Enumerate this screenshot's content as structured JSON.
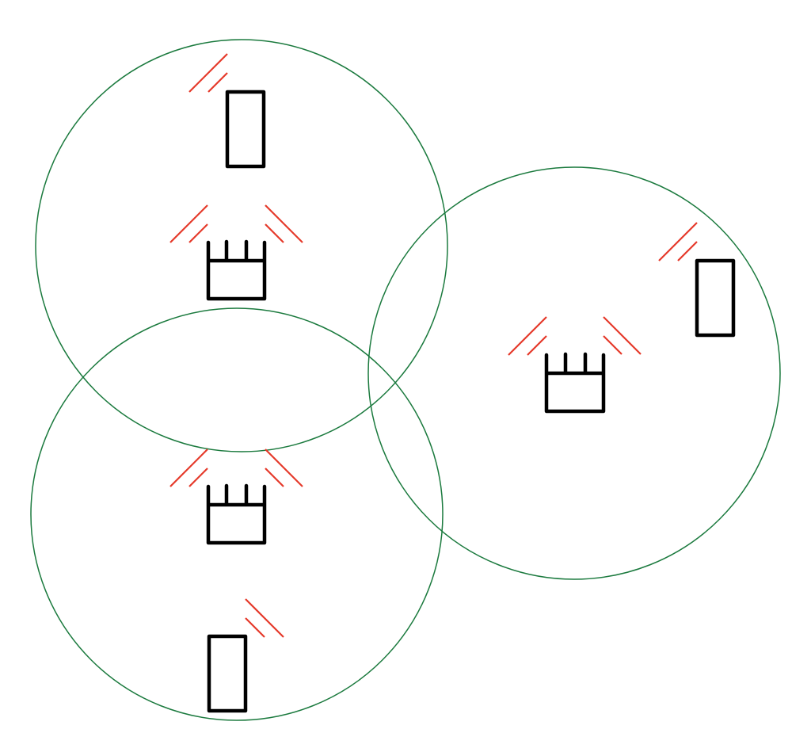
{
  "diagram": {
    "type": "wireless-coverage",
    "colors": {
      "background": "#ffffff",
      "coverage_circle": "#1b7a3e",
      "device": "#000000",
      "signal": "#e5392a"
    },
    "cells": [
      {
        "id": "cell-top-left",
        "access_point": "router-icon",
        "client": "phone-icon"
      },
      {
        "id": "cell-bottom-left",
        "access_point": "router-icon",
        "client": "phone-icon"
      },
      {
        "id": "cell-right",
        "access_point": "router-icon",
        "client": "phone-icon"
      }
    ]
  }
}
